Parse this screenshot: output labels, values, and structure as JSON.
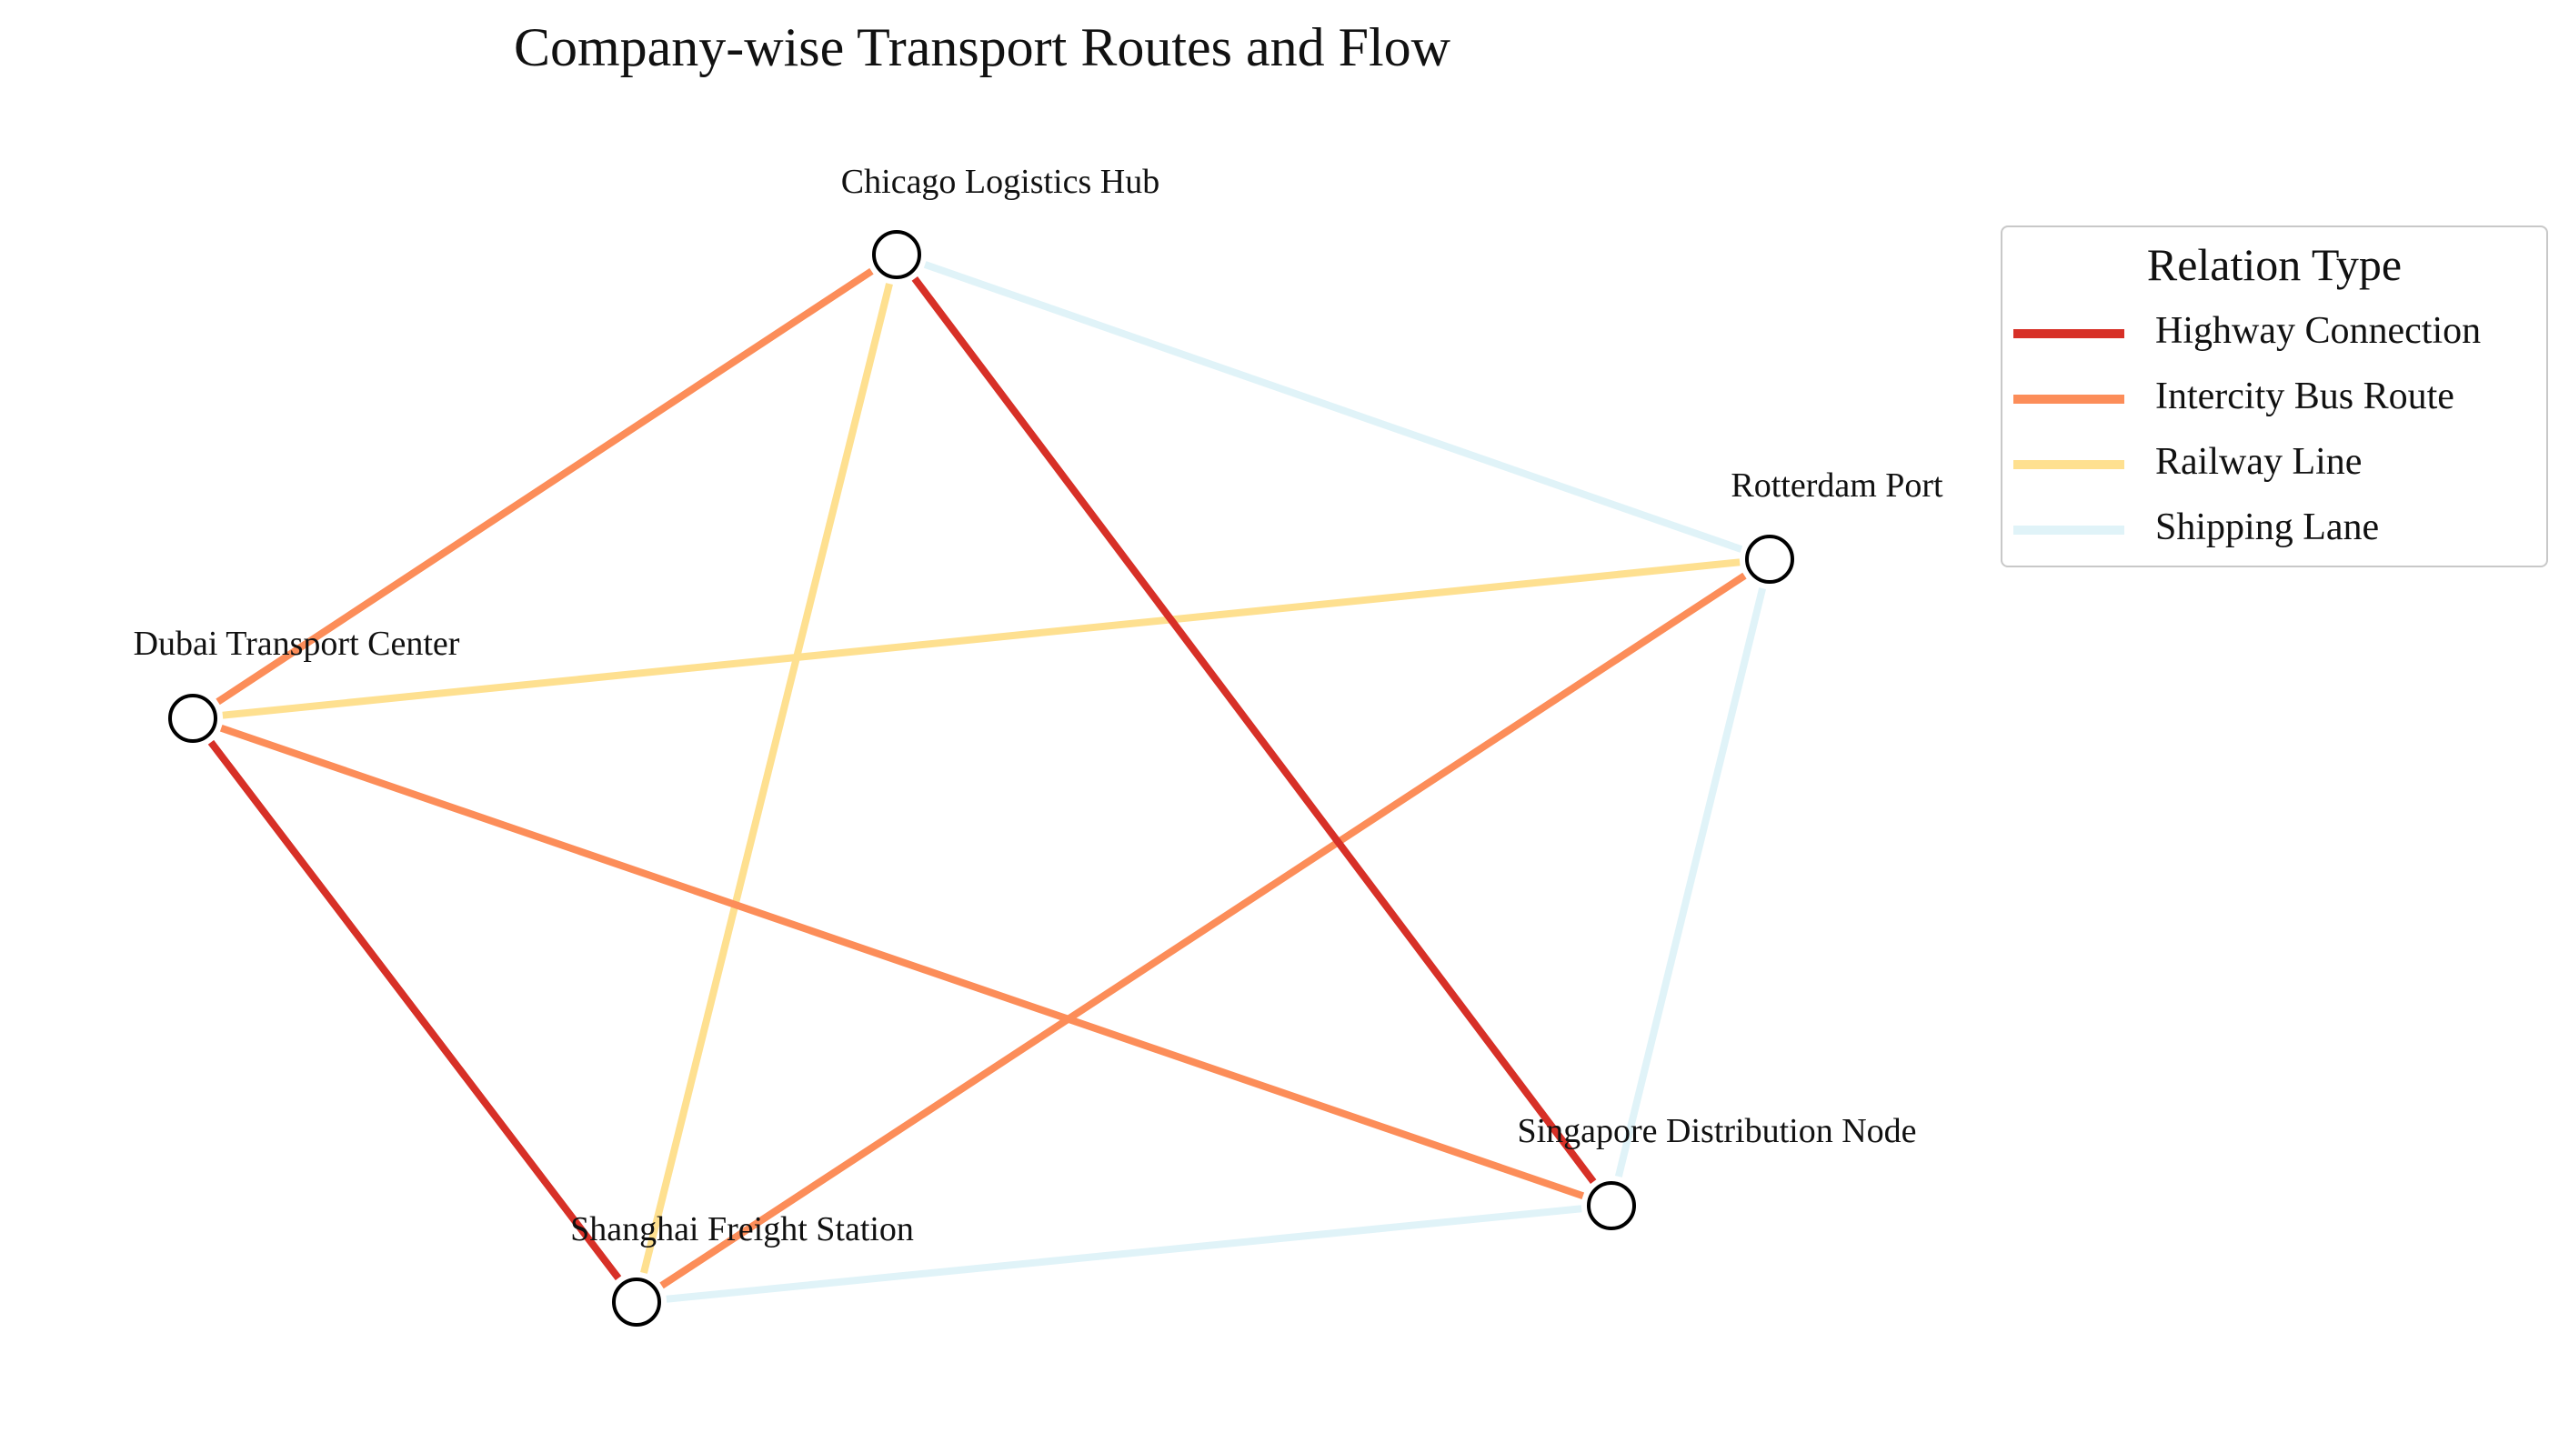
{
  "title": "Company-wise Transport Routes and Flow",
  "colors": {
    "Highway Connection": "#d73027",
    "Intercity Bus Route": "#fc8d59",
    "Railway Line": "#fee090",
    "Shipping Lane": "#e0f3f8",
    "node_fill": "#ffffff",
    "node_stroke": "#000000"
  },
  "nodes": [
    {
      "id": "chicago",
      "label": "Chicago Logistics Hub"
    },
    {
      "id": "rotterdam",
      "label": "Rotterdam Port"
    },
    {
      "id": "dubai",
      "label": "Dubai Transport Center"
    },
    {
      "id": "singapore",
      "label": "Singapore Distribution Node"
    },
    {
      "id": "shanghai",
      "label": "Shanghai Freight Station"
    }
  ],
  "edges": [
    {
      "source": "chicago",
      "target": "dubai",
      "type": "Intercity Bus Route"
    },
    {
      "source": "chicago",
      "target": "shanghai",
      "type": "Railway Line"
    },
    {
      "source": "chicago",
      "target": "singapore",
      "type": "Highway Connection"
    },
    {
      "source": "chicago",
      "target": "rotterdam",
      "type": "Shipping Lane"
    },
    {
      "source": "dubai",
      "target": "rotterdam",
      "type": "Railway Line"
    },
    {
      "source": "dubai",
      "target": "shanghai",
      "type": "Highway Connection"
    },
    {
      "source": "dubai",
      "target": "singapore",
      "type": "Intercity Bus Route"
    },
    {
      "source": "rotterdam",
      "target": "shanghai",
      "type": "Intercity Bus Route"
    },
    {
      "source": "rotterdam",
      "target": "singapore",
      "type": "Shipping Lane"
    },
    {
      "source": "singapore",
      "target": "shanghai",
      "type": "Shipping Lane"
    }
  ],
  "legend": {
    "title": "Relation Type",
    "items": [
      {
        "label": "Highway Connection",
        "type": "Highway Connection"
      },
      {
        "label": "Intercity Bus Route",
        "type": "Intercity Bus Route"
      },
      {
        "label": "Railway Line",
        "type": "Railway Line"
      },
      {
        "label": "Shipping Lane",
        "type": "Shipping Lane"
      }
    ]
  }
}
